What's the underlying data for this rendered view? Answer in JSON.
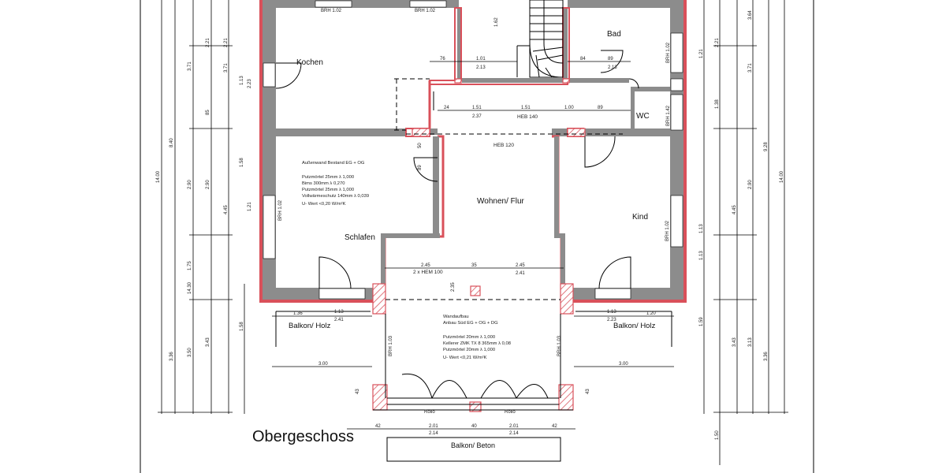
{
  "title": "Obergeschoss",
  "colors": {
    "wall_grey": "#8c8c8c",
    "new_wall": "#d9505a",
    "hatch": "#e07880",
    "line": "#000000"
  },
  "rooms": {
    "kochen": "Kochen",
    "bad": "Bad",
    "wc": "WC",
    "schlafen": "Schlafen",
    "wohnen_flur": "Wohnen/ Flur",
    "kind": "Kind",
    "balkon_holz_left": "Balkon/ Holz",
    "balkon_holz_right": "Balkon/ Holz",
    "balkon_beton": "Balkon/ Beton"
  },
  "windows": {
    "brh_top_left": "BRH 1.02",
    "brh_top_mid": "BRH 1.02",
    "brh_bad": "BRH 1.02",
    "brh_wc": "BRH 1.42",
    "brh_schlafen": "BRH 1.02",
    "brh_kind": "BRH 1.02",
    "brh_anbau_left": "BRH 1.03",
    "brh_anbau_right": "BRH 1.03",
    "rollo_left": "Rollo",
    "rollo_right": "Rollo"
  },
  "beams": {
    "heb140": "HEB 140",
    "heb120": "HEB 120",
    "hem100": "2 x HEM 100"
  },
  "wall_note_1": {
    "title": "Außenwand Bestand EG + OG",
    "l1": "Putzmörtel 25mm λ 1,000",
    "l2": "Bims 300mm λ 0,270",
    "l3": "Putzmörtel 25mm λ 1,000",
    "l4": "Vollwärmeschutz 140mm λ 0,039",
    "l5": "U- Wert <0,20 W/m²K"
  },
  "wall_note_2": {
    "title": "Wandaufbau",
    "sub": "Anbau Süd EG + OG + DG",
    "l1": "Putzmörtel 20mm λ 1,000",
    "l2": "Kellerer ZMK TX 8 365mm λ 0,08",
    "l3": "Putzmörtel 20mm λ 1,000",
    "l4": "U- Wert <0,21 W/m²K"
  },
  "dims": {
    "left_total": "14.00",
    "left_total_2": "8.40",
    "left_a": "3.36",
    "left_b1": "3.71",
    "left_b2": "2.21",
    "left_b3": "85",
    "left_b4": "2.90",
    "left_b5": "1.75",
    "left_b6": "14.30",
    "left_c1": "3.71",
    "left_c2": "2.21",
    "left_c3": "2.23",
    "left_c4": "2.90",
    "left_c5": "4.45",
    "left_c6": "3.50",
    "left_c7": "3.43",
    "left_c8": "1.13",
    "left_c9": "1.58",
    "left_c10": "1.21",
    "right_total": "14.00",
    "right_total_2": "9.28",
    "right_a": "3.36",
    "right_b1": "3.71",
    "right_b2": "2.90",
    "right_b3": "4.45",
    "right_b4": "3.43",
    "right_b5": "3.13",
    "right_c1": "2.21",
    "right_c2": "1.38",
    "right_c3": "1.21",
    "right_c4": "1.13",
    "right_c5": "1.50",
    "right_c6": "3.64",
    "right_c7": "1.59",
    "top_76": "76",
    "top_101": "1.01",
    "top_213a": "2.13",
    "top_84": "84",
    "top_89a": "89",
    "top_213b": "2.13",
    "mid_151a": "1.51",
    "mid_237": "2.37",
    "mid_151b": "1.51",
    "mid_100": "1.00",
    "mid_89": "89",
    "mid_24": "24",
    "hem_245a": "2.45",
    "hem_35": "35",
    "hem_245b": "2.45",
    "hem_241": "2.41",
    "bal_136": "1.36",
    "bal_113a": "1.13",
    "bal_241": "2.41",
    "bal_300a": "3.00",
    "bal_113b": "1.13",
    "bal_120": "1.20",
    "bal_223": "2.23",
    "bal_300b": "3.00",
    "bot_42a": "42",
    "bot_201a": "2.01",
    "bot_40": "40",
    "bot_201b": "2.01",
    "bot_42b": "42",
    "bot_214a": "2.14",
    "bot_214b": "2.14",
    "v_162": "1.62",
    "v_50": "50",
    "v_89": "89",
    "v_158": "1.58",
    "v_113": "1.13",
    "v_43a": "43",
    "v_43b": "43",
    "v_235": "2.35"
  }
}
